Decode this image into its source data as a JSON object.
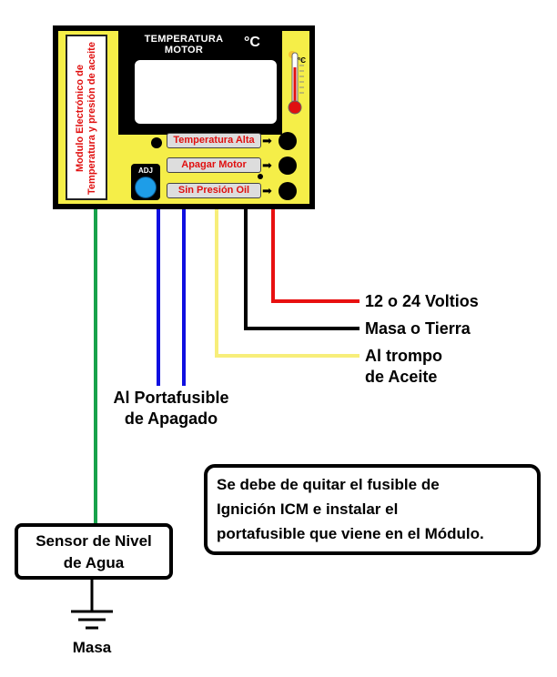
{
  "module": {
    "side_label_line1": "Modulo Electrónico de",
    "side_label_line2": "Temperatura y presión de aceite",
    "screen_title_line1": "TEMPERATURA",
    "screen_title_line2": "MOTOR",
    "screen_unit": "°C",
    "thermo_unit": "°C",
    "indicator_1": "Temperatura Alta",
    "indicator_2": "Apagar Motor",
    "indicator_3": "Sin Presión Oil",
    "adj_label": "ADJ"
  },
  "wires": {
    "power": "12 o 24 Voltios",
    "ground": "Masa o Tierra",
    "oil_line1": "Al trompo",
    "oil_line2": "de Aceite",
    "fuse_line1": "Al Portafusible",
    "fuse_line2": "de Apagado"
  },
  "sensor": {
    "line1": "Sensor de Nivel",
    "line2": "de Agua"
  },
  "ground_label": "Masa",
  "note": {
    "line1": "Se debe de quitar el fusible de",
    "line2": "Ignición ICM  e instalar el",
    "line3": "portafusible que viene en el Módulo."
  },
  "colors": {
    "power_wire": "#e81010",
    "ground_wire": "#000000",
    "oil_wire": "#f7ee7a",
    "fuse_wire": "#1010e0",
    "sensor_wire": "#17a24b",
    "module_face": "#f5ee48",
    "label_text": "#e01010",
    "adj_button": "#1e9de8"
  }
}
